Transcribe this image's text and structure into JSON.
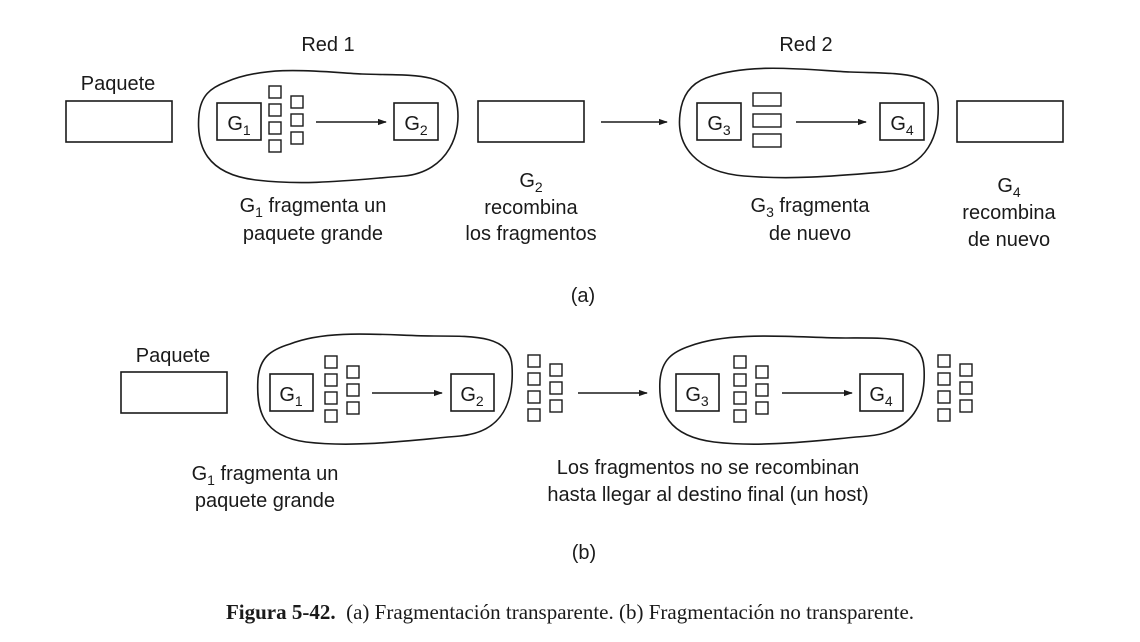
{
  "diagram": {
    "part_a": {
      "net1_title": "Red 1",
      "net2_title": "Red 2",
      "packet_label": "Paquete",
      "g1": "G",
      "g1_sub": "1",
      "g2": "G",
      "g2_sub": "2",
      "g3": "G",
      "g3_sub": "3",
      "g4": "G",
      "g4_sub": "4",
      "cap1": {
        "line1_sym": "G",
        "line1_sub": "1",
        "line1_rest": " fragmenta un",
        "line2": "paquete grande"
      },
      "cap2": {
        "line1_sym": "G",
        "line1_sub": "2",
        "line2": "recombina",
        "line3": "los fragmentos"
      },
      "cap3": {
        "line1_sym": "G",
        "line1_sub": "3",
        "line1_rest": " fragmenta",
        "line2": "de nuevo"
      },
      "cap4": {
        "line1_sym": "G",
        "line1_sub": "4",
        "line2": "recombina",
        "line3": "de nuevo"
      },
      "part_label": "(a)"
    },
    "part_b": {
      "packet_label": "Paquete",
      "g1": "G",
      "g1_sub": "1",
      "g2": "G",
      "g2_sub": "2",
      "g3": "G",
      "g3_sub": "3",
      "g4": "G",
      "g4_sub": "4",
      "cap1": {
        "line1_sym": "G",
        "line1_sub": "1",
        "line1_rest": " fragmenta un",
        "line2": "paquete grande"
      },
      "cap2": {
        "line1": "Los fragmentos no se recombinan",
        "line2": "hasta llegar al destino final (un host)"
      },
      "part_label": "(b)"
    },
    "figure_caption": {
      "label": "Figura 5-42.",
      "text": "  (a) Fragmentación transparente. (b) Fragmentación no transparente."
    }
  }
}
